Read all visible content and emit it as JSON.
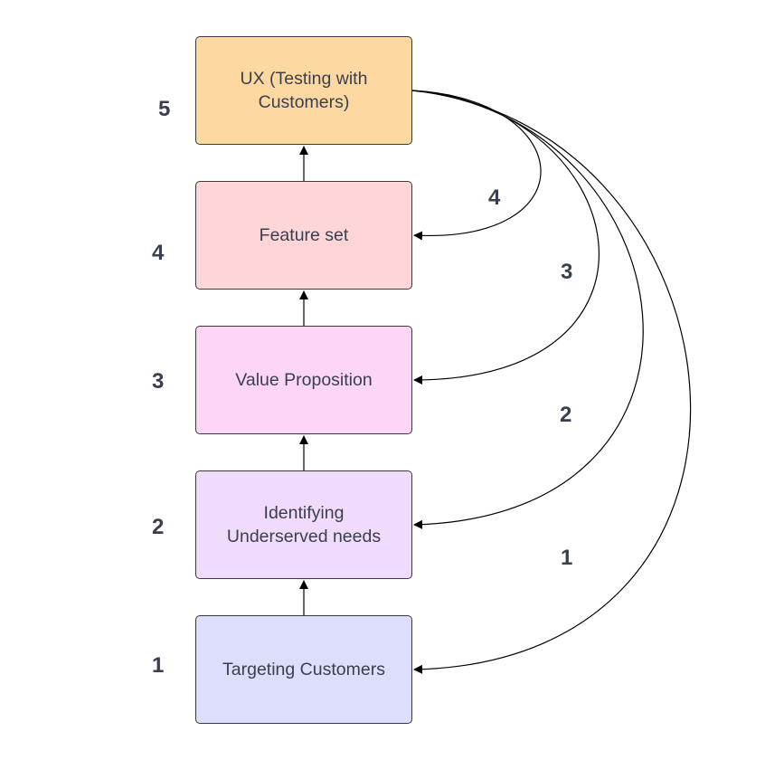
{
  "nodes": {
    "n5": "UX (Testing with Customers)",
    "n4": "Feature set",
    "n3": "Value Proposition",
    "n2": "Identifying Underserved needs",
    "n1": "Targeting Customers"
  },
  "level_labels": {
    "l5": "5",
    "l4": "4",
    "l3": "3",
    "l2": "2",
    "l1": "1"
  },
  "loop_labels": {
    "loop4": "4",
    "loop3": "3",
    "loop2": "2",
    "loop1": "1"
  },
  "colors": {
    "node5": "#fdd9a1",
    "node4": "#fed6d7",
    "node3": "#fdd6f7",
    "node2": "#f1dbfd",
    "node1": "#dcdefb",
    "stroke": "#000000",
    "text": "#3a3f4f"
  }
}
